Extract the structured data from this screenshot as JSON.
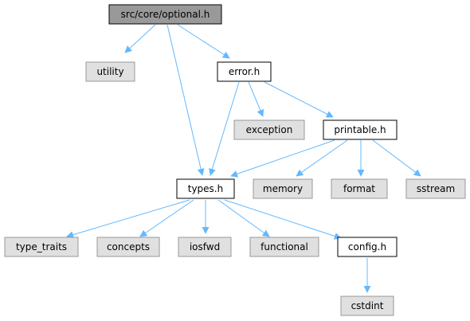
{
  "colors": {
    "root_fill": "#999999",
    "internal_fill": "#ffffff",
    "external_fill": "#e0e0e0",
    "border_dark": "#000000",
    "border_light": "#999999",
    "edge": "#63b8ff"
  },
  "nodes": [
    {
      "id": "optional",
      "label": "src/core/optional.h",
      "kind": "root"
    },
    {
      "id": "utility",
      "label": "utility",
      "kind": "external"
    },
    {
      "id": "error",
      "label": "error.h",
      "kind": "internal"
    },
    {
      "id": "exception",
      "label": "exception",
      "kind": "external"
    },
    {
      "id": "printable",
      "label": "printable.h",
      "kind": "internal"
    },
    {
      "id": "types",
      "label": "types.h",
      "kind": "internal"
    },
    {
      "id": "memory",
      "label": "memory",
      "kind": "external"
    },
    {
      "id": "format",
      "label": "format",
      "kind": "external"
    },
    {
      "id": "sstream",
      "label": "sstream",
      "kind": "external"
    },
    {
      "id": "type_traits",
      "label": "type_traits",
      "kind": "external"
    },
    {
      "id": "concepts",
      "label": "concepts",
      "kind": "external"
    },
    {
      "id": "iosfwd",
      "label": "iosfwd",
      "kind": "external"
    },
    {
      "id": "functional",
      "label": "functional",
      "kind": "external"
    },
    {
      "id": "config",
      "label": "config.h",
      "kind": "internal"
    },
    {
      "id": "cstdint",
      "label": "cstdint",
      "kind": "external"
    }
  ],
  "edges": [
    {
      "from": "optional",
      "to": "utility"
    },
    {
      "from": "optional",
      "to": "error"
    },
    {
      "from": "optional",
      "to": "types"
    },
    {
      "from": "error",
      "to": "exception"
    },
    {
      "from": "error",
      "to": "printable"
    },
    {
      "from": "error",
      "to": "types"
    },
    {
      "from": "printable",
      "to": "types"
    },
    {
      "from": "printable",
      "to": "memory"
    },
    {
      "from": "printable",
      "to": "format"
    },
    {
      "from": "printable",
      "to": "sstream"
    },
    {
      "from": "types",
      "to": "type_traits"
    },
    {
      "from": "types",
      "to": "concepts"
    },
    {
      "from": "types",
      "to": "iosfwd"
    },
    {
      "from": "types",
      "to": "functional"
    },
    {
      "from": "types",
      "to": "config"
    },
    {
      "from": "config",
      "to": "cstdint"
    }
  ]
}
